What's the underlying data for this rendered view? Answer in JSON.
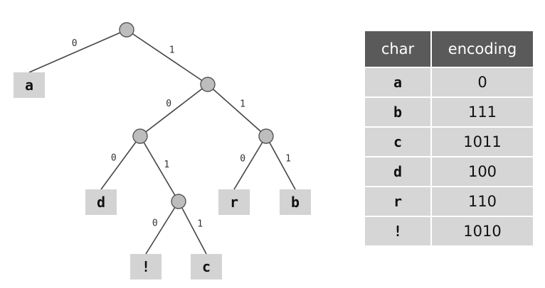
{
  "tree": {
    "edges": [
      {
        "from": "root",
        "to": "leaf_a",
        "label": "0"
      },
      {
        "from": "root",
        "to": "n1",
        "label": "1"
      },
      {
        "from": "n1",
        "to": "n2",
        "label": "0"
      },
      {
        "from": "n1",
        "to": "n3",
        "label": "1"
      },
      {
        "from": "n2",
        "to": "leaf_d",
        "label": "0"
      },
      {
        "from": "n2",
        "to": "n4",
        "label": "1"
      },
      {
        "from": "n3",
        "to": "leaf_r",
        "label": "0"
      },
      {
        "from": "n3",
        "to": "leaf_b",
        "label": "1"
      },
      {
        "from": "n4",
        "to": "leaf_bang",
        "label": "0"
      },
      {
        "from": "n4",
        "to": "leaf_c",
        "label": "1"
      }
    ],
    "leaves": [
      {
        "id": "leaf_a",
        "char": "a"
      },
      {
        "id": "leaf_d",
        "char": "d"
      },
      {
        "id": "leaf_r",
        "char": "r"
      },
      {
        "id": "leaf_b",
        "char": "b"
      },
      {
        "id": "leaf_bang",
        "char": "!"
      },
      {
        "id": "leaf_c",
        "char": "c"
      }
    ],
    "internal_nodes": [
      "root",
      "n1",
      "n2",
      "n3",
      "n4"
    ]
  },
  "table": {
    "headers": {
      "char": "char",
      "encoding": "encoding"
    },
    "rows": [
      {
        "char": "a",
        "encoding": "0"
      },
      {
        "char": "b",
        "encoding": "111"
      },
      {
        "char": "c",
        "encoding": "1011"
      },
      {
        "char": "d",
        "encoding": "100"
      },
      {
        "char": "r",
        "encoding": "110"
      },
      {
        "char": "!",
        "encoding": "1010"
      }
    ]
  },
  "colors": {
    "header_bg": "#5a5a5a",
    "cell_bg": "#d6d6d6",
    "leaf_bg": "#d3d3d3",
    "node_fill": "#bdbdbd"
  }
}
